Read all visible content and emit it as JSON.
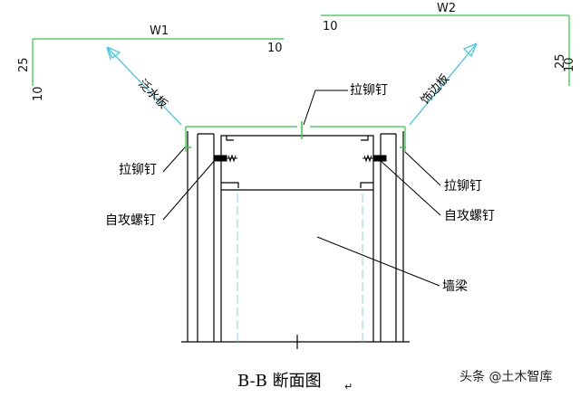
{
  "dimensions": {
    "w1": "W1",
    "w1_sub": "10",
    "w2": "W2",
    "w2_sub": "10",
    "left_25": "25",
    "left_10": "10",
    "right_25": "25",
    "right_10": "10"
  },
  "labels": {
    "flashing_board": "泛水板",
    "trim_board": "饰边板",
    "rivet_top": "拉铆钉",
    "rivet_left": "拉铆钉",
    "tapping_screw_left": "自攻螺钉",
    "rivet_right": "拉铆钉",
    "tapping_screw_right": "自攻螺钉",
    "wall_beam": "墙梁"
  },
  "caption": "B-B 断面图",
  "caption_mark": "↵",
  "watermark": "头条 @土木智库",
  "colors": {
    "flashing_line": "#2ecc40",
    "arrow": "#44c8e8",
    "structure": "#000000",
    "inner_line": "#7fd8ee"
  }
}
